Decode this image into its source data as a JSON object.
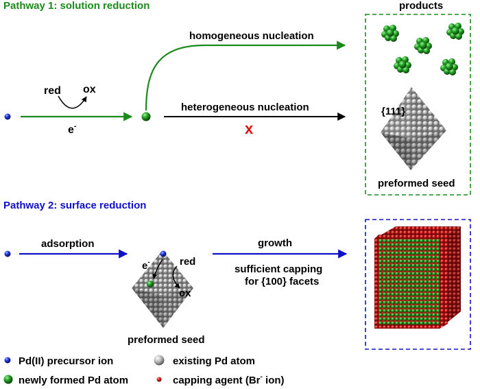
{
  "pathway1": {
    "title": "Pathway 1: solution reduction",
    "red_label": "red",
    "ox_label": "ox",
    "electron_label": "e",
    "electron_sup": "-",
    "homogeneous_label": "homogeneous nucleation",
    "heterogeneous_label": "heterogeneous nucleation",
    "blocked_mark": "x",
    "products_label": "products",
    "facet_label": "{111}",
    "seed_label": "preformed seed"
  },
  "pathway2": {
    "title": "Pathway 2: surface reduction",
    "adsorption_label": "adsorption",
    "electron_label": "e",
    "electron_sup": "-",
    "red_label": "red",
    "ox_label": "ox",
    "seed_label": "preformed seed",
    "growth_label": "growth",
    "capping_line1": "sufficient capping",
    "capping_line2": "for {100} facets"
  },
  "legend": {
    "precursor": "Pd(II) precursor ion",
    "existing": "existing Pd atom",
    "new_atom": "newly formed Pd atom",
    "capping_main": "capping agent (Br",
    "capping_sup": "-",
    "capping_end": " ion)"
  },
  "colors": {
    "pathway1": "#1a8a1a",
    "pathway2": "#1010c8",
    "blocked": "#e01010",
    "precursor": "#1a2fd0",
    "new_atom": "#1a8a1a",
    "existing": "#a0a0a0",
    "capping": "#d81818"
  }
}
